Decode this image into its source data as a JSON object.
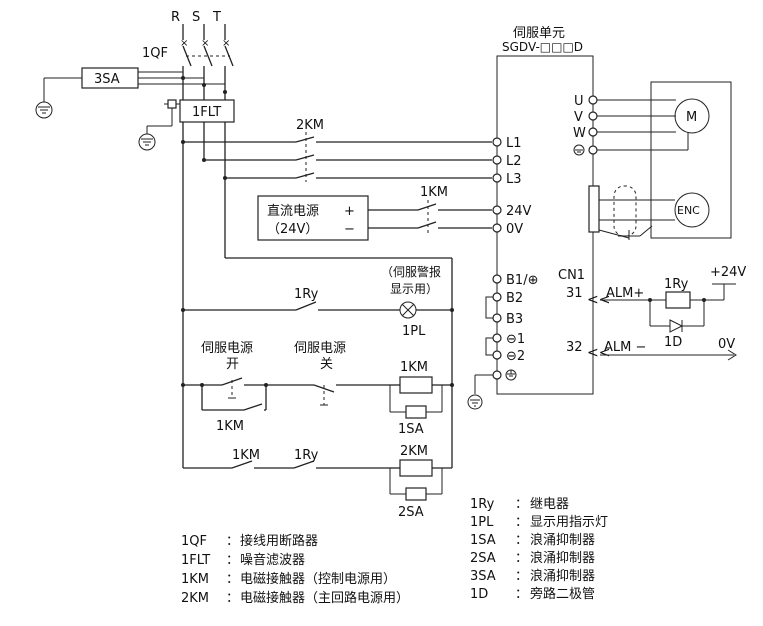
{
  "labels": {
    "r": "R",
    "s": "S",
    "t": "T",
    "qf": "1QF",
    "sa3": "3SA",
    "flt": "1FLT",
    "km2": "2KM",
    "km1_top": "1KM",
    "servo_title": "伺服单元",
    "servo_model": "SGDV-□□□D",
    "u": "U",
    "v": "V",
    "w": "W",
    "motor": "M",
    "enc": "ENC",
    "l1": "L1",
    "l2": "L2",
    "l3": "L3",
    "dc_power": "直流电源",
    "dc_volt": "（24V）",
    "plus": "+",
    "minus": "−",
    "v24": "24V",
    "v0": "0V",
    "b1": "B1/⊕",
    "b2": "B2",
    "b3": "B3",
    "n1": "⊖1",
    "n2": "⊖2",
    "alarm_note_1": "（伺服警报",
    "alarm_note_2": "显示用）",
    "ry1": "1Ry",
    "pl1": "1PL",
    "servo_on_1": "伺服电源",
    "servo_on_2": "开",
    "servo_off_1": "伺服电源",
    "servo_off_2": "关",
    "km1_coil": "1KM",
    "sa1": "1SA",
    "km1_contact": "1KM",
    "km1_bottom": "1KM",
    "ry1_bottom": "1Ry",
    "km2_coil": "2KM",
    "sa2": "2SA",
    "cn1": "CN1",
    "pin31": "31",
    "pin32": "32",
    "alm_plus": "ALM+",
    "alm_minus": "ALM −",
    "ry1_relay": "1Ry",
    "d1": "1D",
    "p24v": "+24V",
    "zero_v": "0V"
  },
  "legend": {
    "left": [
      {
        "code": "1QF",
        "sep": "：",
        "desc": "接线用断路器"
      },
      {
        "code": "1FLT",
        "sep": "：",
        "desc": "噪音滤波器"
      },
      {
        "code": "1KM",
        "sep": "：",
        "desc": "电磁接触器（控制电源用）"
      },
      {
        "code": "2KM",
        "sep": "：",
        "desc": "电磁接触器（主回路电源用）"
      }
    ],
    "right": [
      {
        "code": "1Ry",
        "sep": "：",
        "desc": "继电器"
      },
      {
        "code": "1PL",
        "sep": "：",
        "desc": "显示用指示灯"
      },
      {
        "code": "1SA",
        "sep": "：",
        "desc": "浪涌抑制器"
      },
      {
        "code": "2SA",
        "sep": "：",
        "desc": "浪涌抑制器"
      },
      {
        "code": "3SA",
        "sep": "：",
        "desc": "浪涌抑制器"
      },
      {
        "code": "1D",
        "sep": "：",
        "desc": "旁路二极管"
      }
    ]
  }
}
